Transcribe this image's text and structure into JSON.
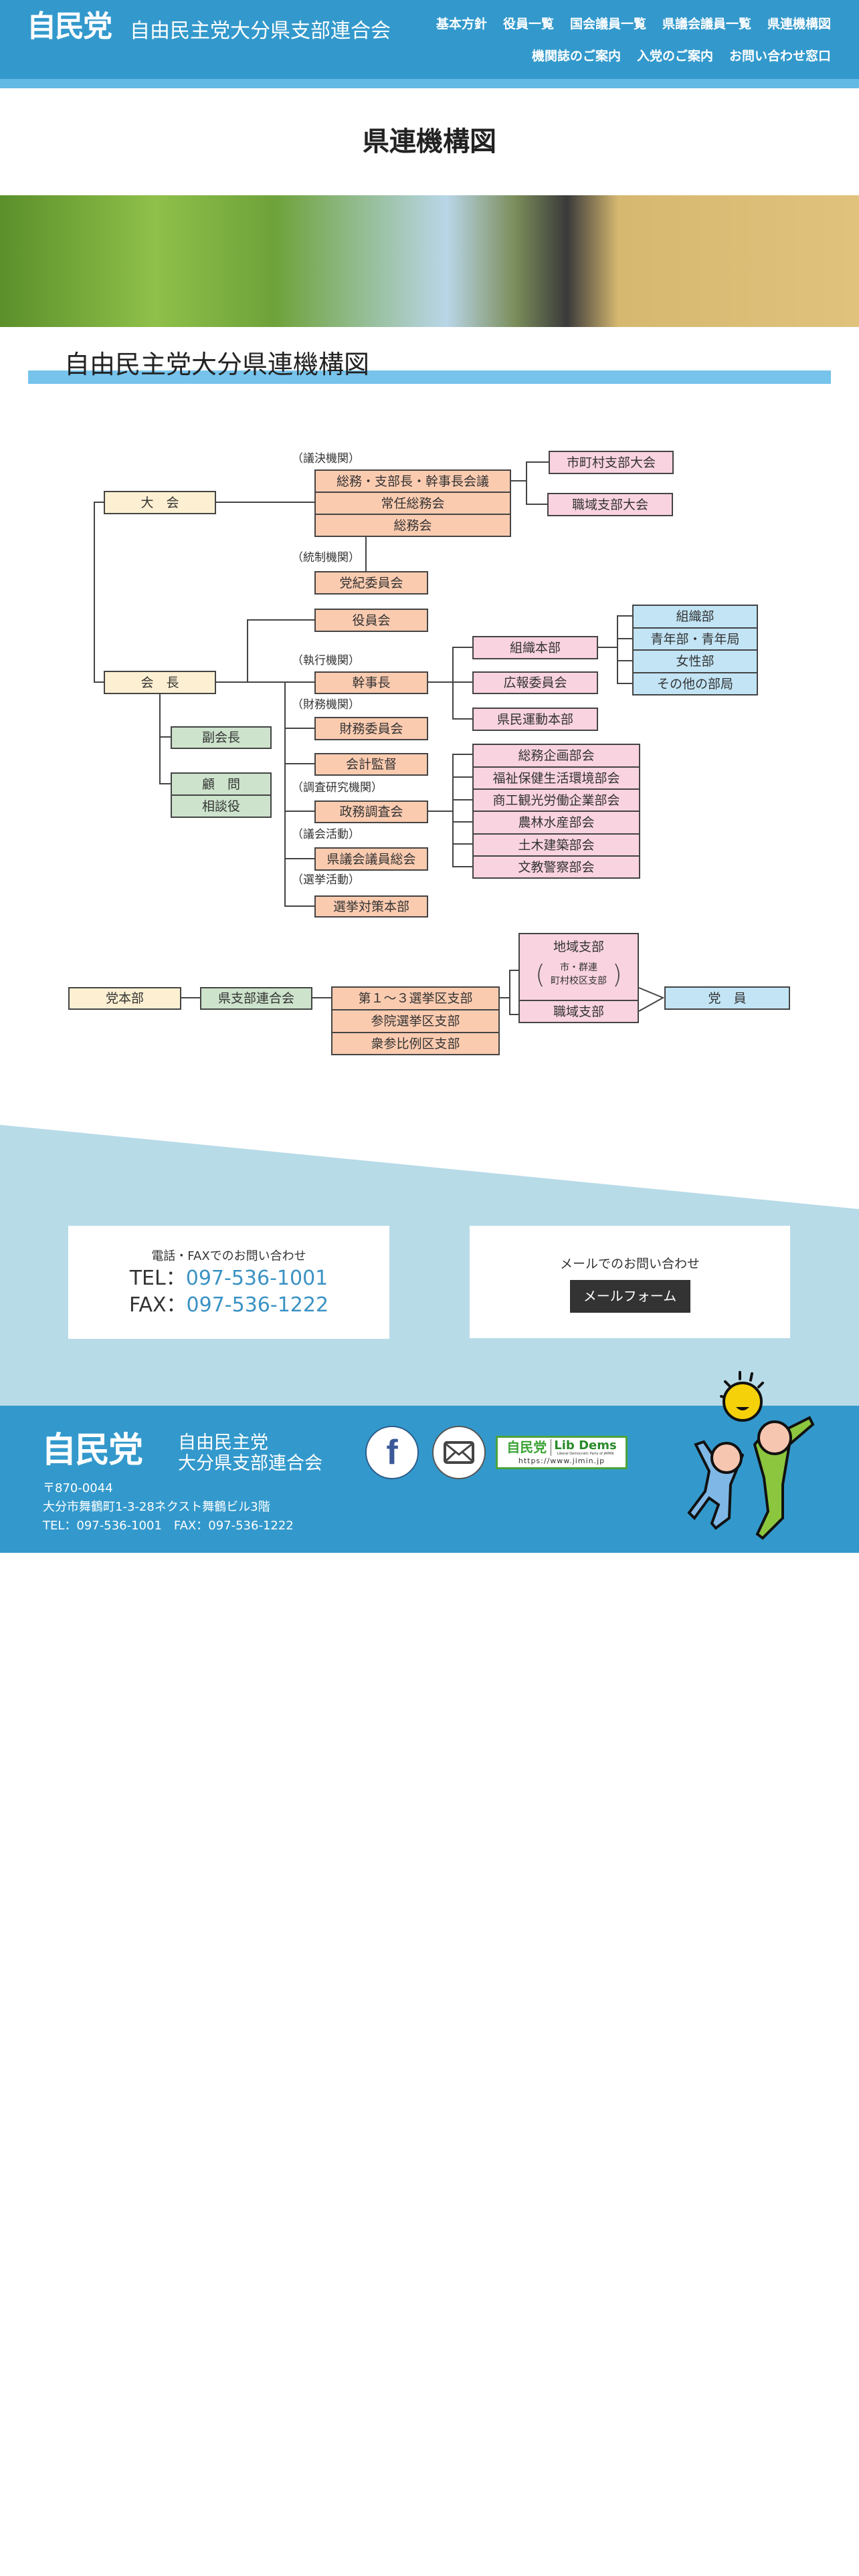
{
  "header": {
    "logo": "自民党",
    "org_name": "自由民主党大分県支部連合会",
    "nav": [
      "基本方針",
      "役員一覧",
      "国会議員一覧",
      "県議会議員一覧",
      "県連機構図",
      "機関誌のご案内",
      "入党のご案内",
      "お問い合わせ窓口"
    ]
  },
  "page_title": "県連機構図",
  "section_title": "自由民主党大分県連機構図",
  "org_chart": {
    "labels": {
      "decision": "（議決機関）",
      "control": "（統制機関）",
      "executive": "（執行機関）",
      "finance": "（財務機関）",
      "research": "（調査研究機関）",
      "assembly": "（議会活動）",
      "election": "（選挙活動）"
    },
    "taikai": "大　会",
    "kaicho": "会　長",
    "decision_bodies": [
      "総務・支部長・幹事長会議",
      "常任総務会",
      "総務会"
    ],
    "branch_meetings": [
      "市町村支部大会",
      "職域支部大会"
    ],
    "toki": "党紀委員会",
    "yakuinkai": "役員会",
    "kanjicho": "幹事長",
    "zaimu": "財務委員会",
    "kaikei": "会計監督",
    "seimu": "政務調査会",
    "kengikai": "県議会議員総会",
    "senkyo": "選挙対策本部",
    "vice": "副会長",
    "advisors": [
      "顧　問",
      "相談役"
    ],
    "kanjicho_units": [
      "組織本部",
      "広報委員会",
      "県民運動本部"
    ],
    "soshiki_units": [
      "組織部",
      "青年部・青年局",
      "女性部",
      "その他の部局"
    ],
    "seimu_units": [
      "総務企画部会",
      "福祉保健生活環境部会",
      "商工観光労働企業部会",
      "農林水産部会",
      "土木建築部会",
      "文教警察部会"
    ],
    "hierarchy": {
      "hq": "党本部",
      "pref": "県支部連合会",
      "districts": [
        "第１～３選挙区支部",
        "参院選挙区支部",
        "衆参比例区支部"
      ],
      "regional": "地域支部",
      "regional_sub1": "市・群連",
      "regional_sub2": "町村校区支部",
      "workplace": "職域支部",
      "member": "党　員"
    }
  },
  "contact": {
    "phone_heading": "電話・FAXでのお問い合わせ",
    "tel_label": "TEL：",
    "tel": "097-536-1001",
    "fax_label": "FAX：",
    "fax": "097-536-1222",
    "mail_heading": "メールでのお問い合わせ",
    "mail_button": "メールフォーム"
  },
  "footer": {
    "logo": "自民党",
    "name_line1": "自由民主党",
    "name_line2": "大分県支部連合会",
    "postal": "〒870-0044",
    "address": "大分市舞鶴町1-3-28ネクスト舞鶴ビル3階",
    "tel_fax": "TEL：097-536-1001　FAX：097-536-1222",
    "libdems": {
      "jp": "自民党",
      "en": "Lib Dems",
      "sub": "Liberal Democratic Party of JAPAN",
      "url": "https://www.jimin.jp"
    }
  },
  "colors": {
    "header": "#3399cc",
    "accent": "#62b9e4",
    "link": "#3a92c4",
    "contact_bg": "#b8dbe8"
  }
}
